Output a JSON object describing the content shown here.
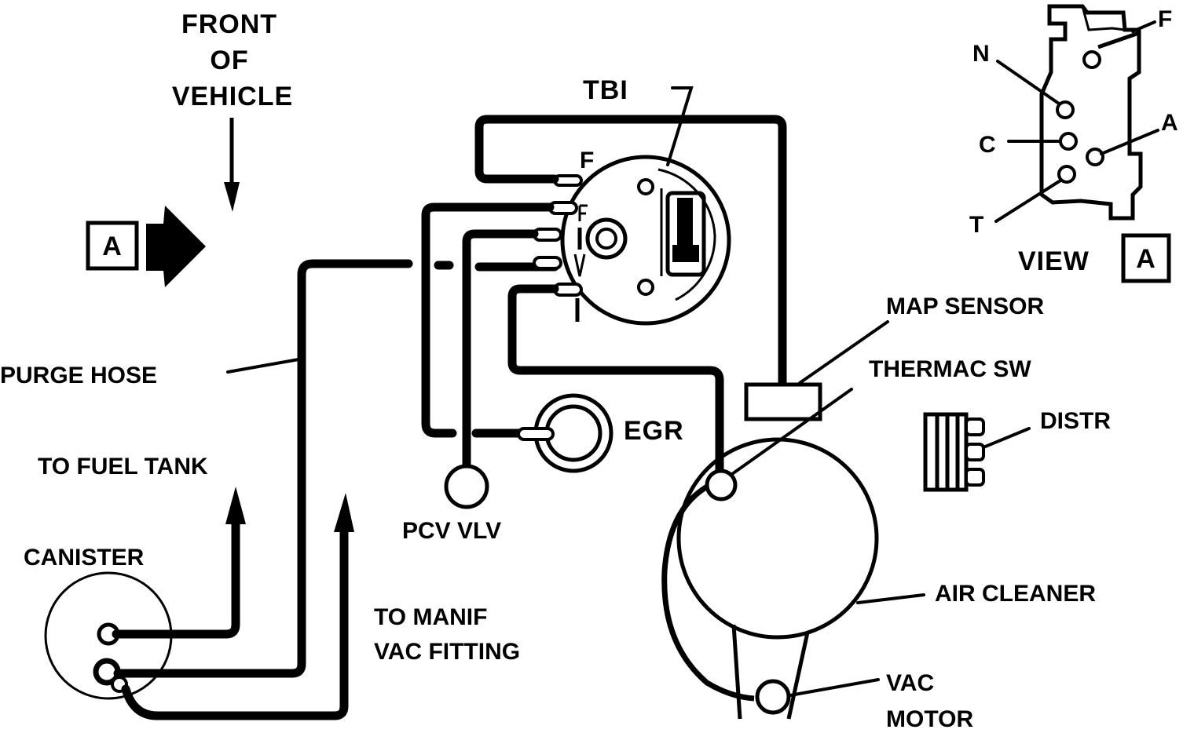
{
  "labels": {
    "front_of_vehicle": [
      "FRONT",
      "OF",
      "VEHICLE"
    ],
    "view_marker": "A",
    "purge_hose": "PURGE HOSE",
    "to_fuel_tank": "TO FUEL TANK",
    "canister": "CANISTER",
    "to_manif": [
      "TO MANIF",
      "VAC FITTING"
    ],
    "tbi": "TBI",
    "tbi_f": "F",
    "egr": "EGR",
    "pcv_vlv": "PCV VLV",
    "map_sensor": "MAP SENSOR",
    "thermac_sw": "THERMAC SW",
    "distr": "DISTR",
    "air_cleaner": "AIR CLEANER",
    "vac_motor": [
      "VAC",
      "MOTOR"
    ],
    "view_a": {
      "n": "N",
      "f": "F",
      "c": "C",
      "a": "A",
      "t": "T",
      "title": "VIEW",
      "box": "A"
    }
  }
}
